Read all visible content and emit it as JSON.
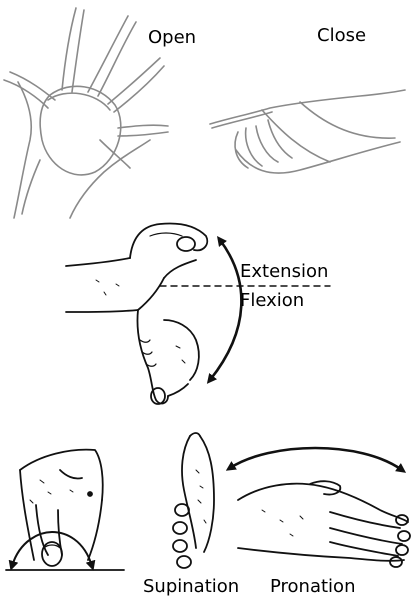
{
  "labels": {
    "open": "Open",
    "close": "Close",
    "extension": "Extension",
    "flexion": "Flexion",
    "supination": "Supination",
    "pronation": "Pronation"
  },
  "colors": {
    "sketch": "#8a8a8a",
    "ink": "#111111",
    "background": "#ffffff"
  }
}
